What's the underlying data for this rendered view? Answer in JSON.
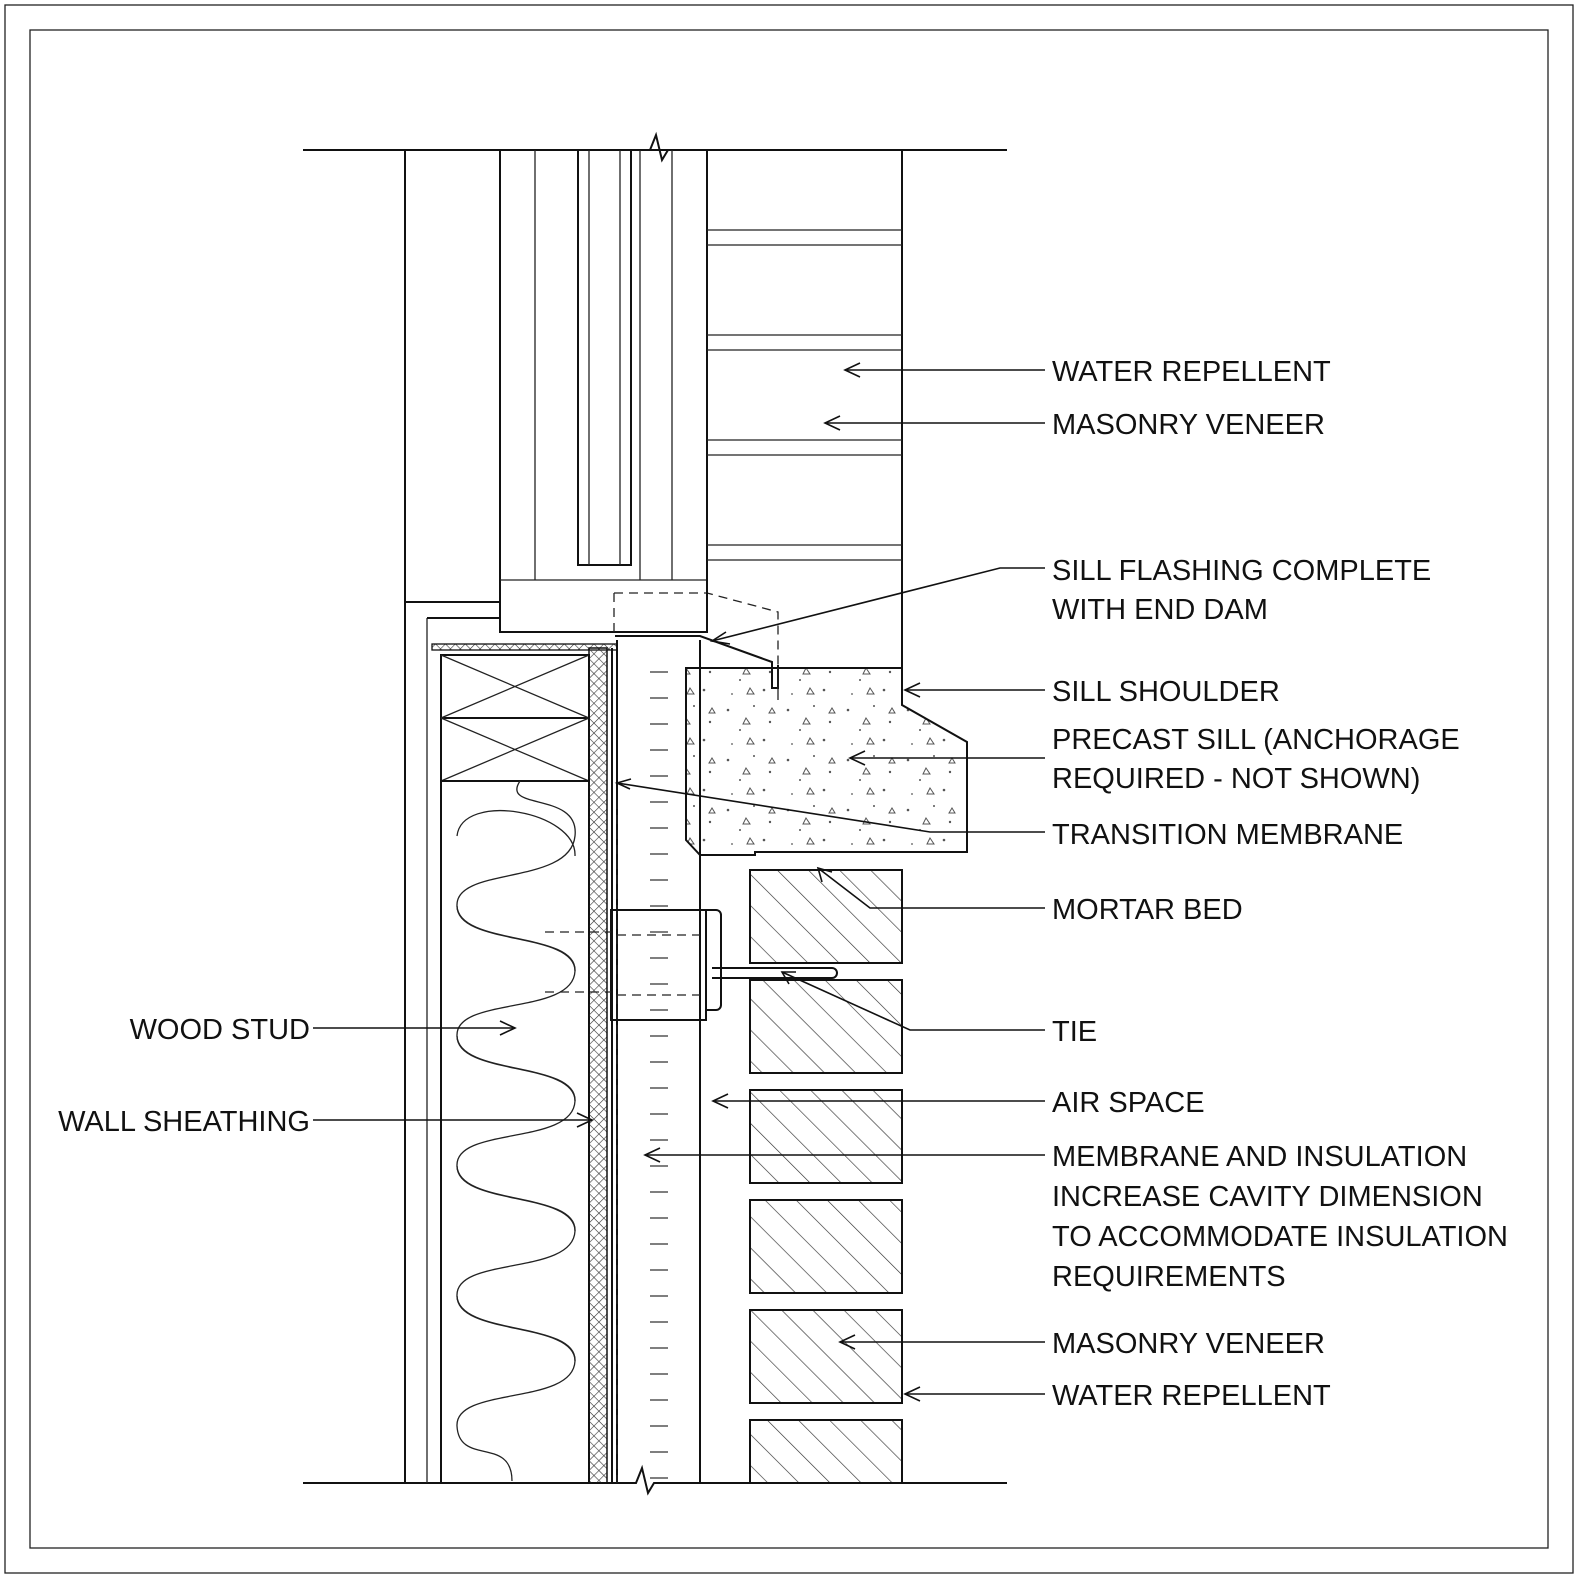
{
  "labels": {
    "water_repellent_top": "WATER REPELLENT",
    "masonry_veneer_top": "MASONRY VENEER",
    "sill_flashing_line1": "SILL FLASHING COMPLETE",
    "sill_flashing_line2": "WITH END DAM",
    "sill_shoulder": "SILL SHOULDER",
    "precast_sill_line1": "PRECAST SILL (ANCHORAGE",
    "precast_sill_line2": "REQUIRED - NOT SHOWN)",
    "transition_membrane": "TRANSITION MEMBRANE",
    "mortar_bed": "MORTAR BED",
    "tie": "TIE",
    "air_space": "AIR SPACE",
    "membrane_line1": "MEMBRANE AND INSULATION",
    "membrane_line2": "INCREASE CAVITY DIMENSION",
    "membrane_line3": "TO ACCOMMODATE INSULATION",
    "membrane_line4": "REQUIREMENTS",
    "masonry_veneer_bottom": "MASONRY VENEER",
    "water_repellent_bottom": "WATER REPELLENT",
    "wood_stud": "WOOD STUD",
    "wall_sheathing": "WALL SHEATHING"
  }
}
